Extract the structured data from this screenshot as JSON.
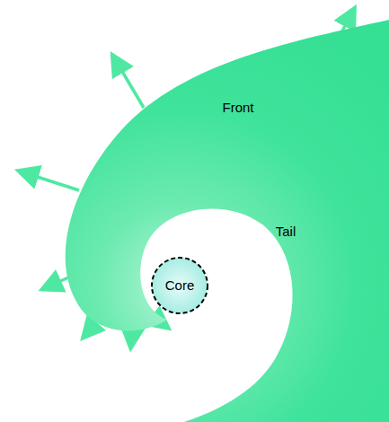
{
  "diagram": {
    "nodes": [
      {
        "text": [
          "Front",
          "Tail"
        ]
      },
      {
        "text": [
          "Core"
        ]
      }
    ]
  }
}
